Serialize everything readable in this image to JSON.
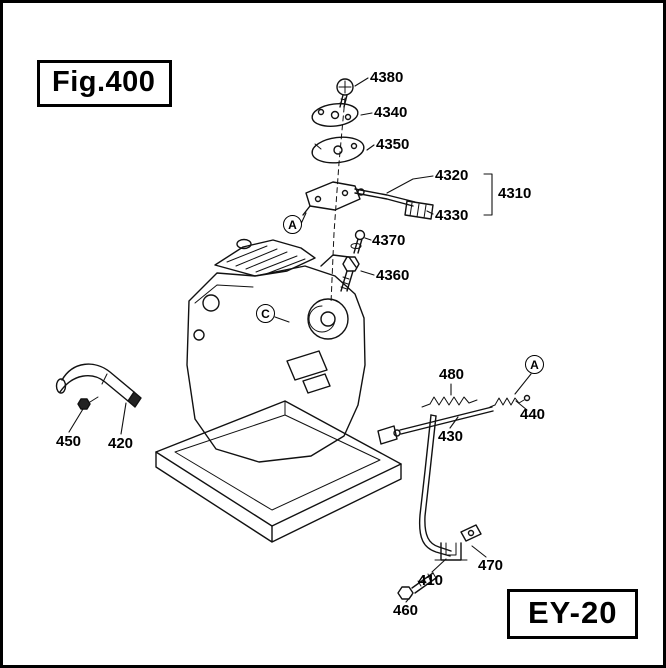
{
  "figure": {
    "title": "Fig.400",
    "model": "EY-20"
  },
  "callouts": {
    "a_top": "A",
    "c_block": "C",
    "a_right": "A"
  },
  "parts": [
    {
      "number": "4380"
    },
    {
      "number": "4340"
    },
    {
      "number": "4350"
    },
    {
      "number": "4320"
    },
    {
      "number": "4310"
    },
    {
      "number": "4330"
    },
    {
      "number": "4370"
    },
    {
      "number": "4360"
    },
    {
      "number": "480"
    },
    {
      "number": "440"
    },
    {
      "number": "430"
    },
    {
      "number": "450"
    },
    {
      "number": "420"
    },
    {
      "number": "410"
    },
    {
      "number": "470"
    },
    {
      "number": "460"
    }
  ]
}
